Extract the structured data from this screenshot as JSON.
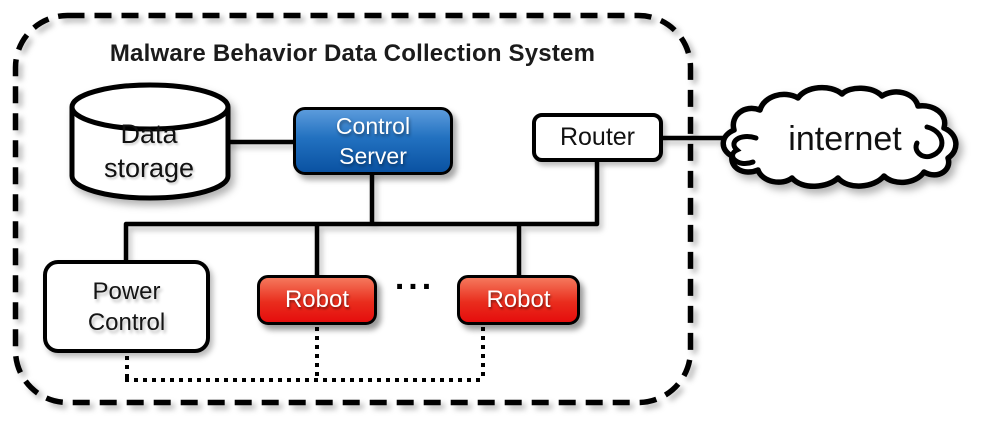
{
  "title": "Malware Behavior Data Collection System",
  "nodes": {
    "data_storage": {
      "line1": "Data",
      "line2": "storage"
    },
    "control_server": {
      "line1": "Control",
      "line2": "Server"
    },
    "router": {
      "label": "Router"
    },
    "internet": {
      "label": "internet"
    },
    "power_control": {
      "line1": "Power",
      "line2": "Control"
    },
    "robot_left": {
      "label": "Robot"
    },
    "robot_right": {
      "label": "Robot"
    },
    "ellipsis": {
      "label": "..."
    }
  },
  "colors": {
    "outline": "#000000",
    "control_server_top": "#5b9bdc",
    "control_server_bottom": "#0a52a2",
    "robot_top": "#f5785c",
    "robot_bottom": "#e50d0d",
    "shape_fill": "#ffffff"
  }
}
